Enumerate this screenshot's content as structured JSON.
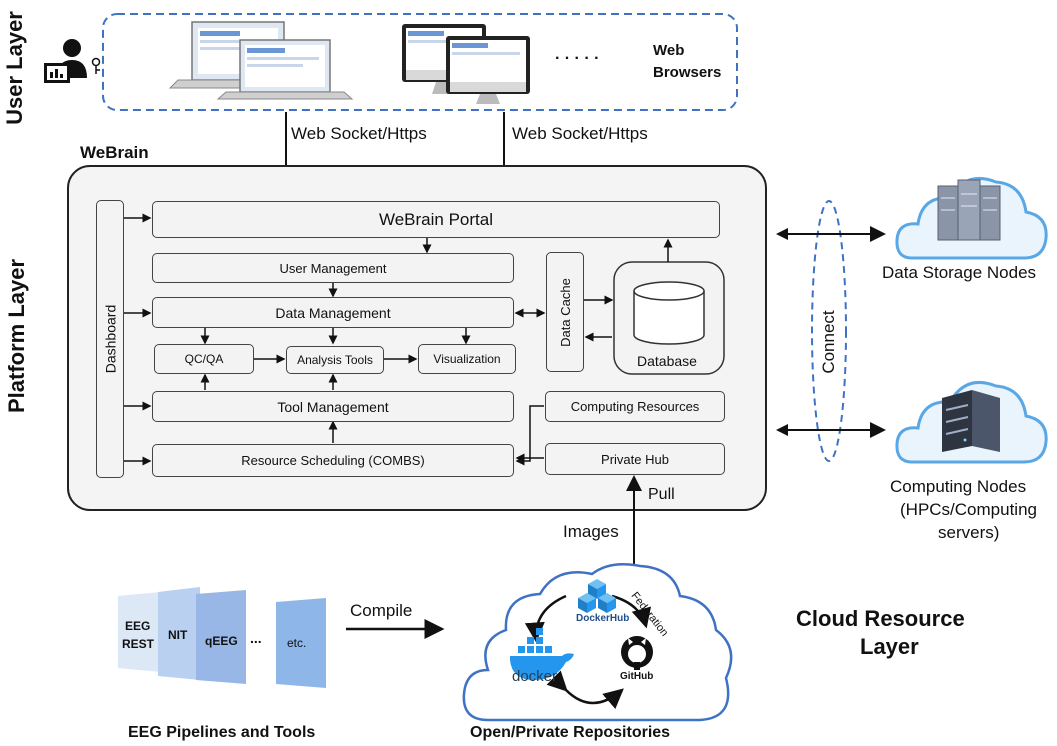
{
  "user_layer": {
    "label": "User Layer",
    "browsers_label_line1": "Web",
    "browsers_label_line2": "Browsers",
    "ellipsis": "· · · · ·"
  },
  "protocols": {
    "left": "Web Socket/Https",
    "right": "Web Socket/Https"
  },
  "platform_layer": {
    "label": "Platform Layer",
    "title": "WeBrain",
    "dashboard": "Dashboard",
    "portal": "WeBrain Portal",
    "user_management": "User Management",
    "data_management": "Data Management",
    "qcqa": "QC/QA",
    "analysis_tools": "Analysis Tools",
    "visualization": "Visualization",
    "data_cache": "Data Cache",
    "database": "Database",
    "tool_management": "Tool Management",
    "computing_resources": "Computing Resources",
    "resource_scheduling": "Resource Scheduling (COMBS)",
    "private_hub": "Private Hub"
  },
  "connect": "Connect",
  "nodes": {
    "storage": "Data Storage Nodes",
    "computing_line1": "Computing Nodes",
    "computing_line2": "(HPCs/Computing",
    "computing_line3": "servers)"
  },
  "flow": {
    "pull": "Pull",
    "images": "Images",
    "compile": "Compile",
    "federation": "Federation"
  },
  "pipelines": {
    "caption": "EEG Pipelines and Tools",
    "card1_line1": "EEG",
    "card1_line2": "REST",
    "card2": "NIT",
    "card3": "qEEG",
    "dots": "...",
    "card4": "etc."
  },
  "repositories": {
    "caption": "Open/Private Repositories",
    "dockerhub": "DockerHub",
    "docker": "docker",
    "github": "GitHub"
  },
  "cloud_layer": {
    "line1": "Cloud Resource",
    "line2": "Layer"
  },
  "colors": {
    "dashed_blue": "#3f72c4",
    "cloud_blue": "#5aa7e6",
    "cloud_fill": "#eaf4fc",
    "docker_blue": "#2496ed",
    "card_blue": "#8fb6e8"
  }
}
